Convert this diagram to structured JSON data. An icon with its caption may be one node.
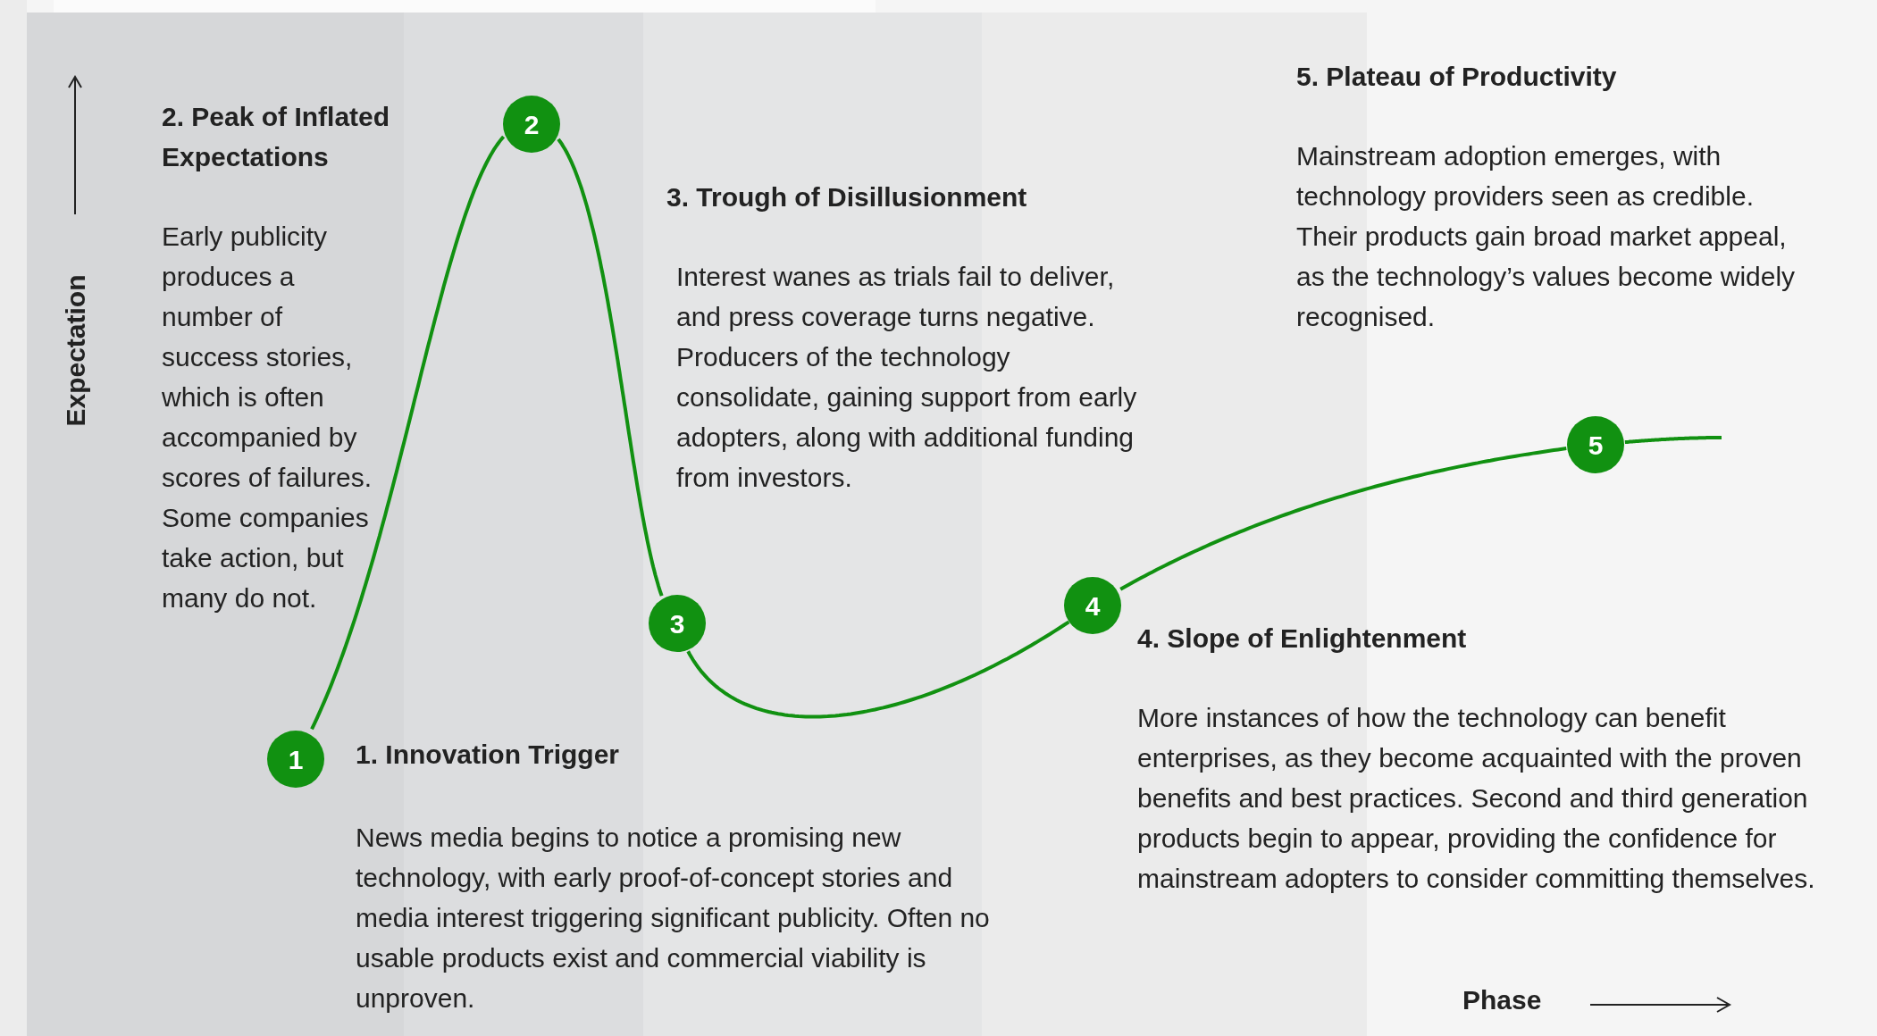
{
  "diagram": {
    "nodes": [
      {
        "text": [
          "1"
        ],
        "beside": [
          "1. Innovation Trigger",
          "News media begins to notice a promising new technology, with early proof-of-concept stories and media interest triggering significant publicity. Often no usable products exist and commercial viability is unproven."
        ]
      },
      {
        "text": [
          "2"
        ],
        "beside": [
          "2. Peak of Inflated Expectations",
          "Early publicity produces a number of success stories, which is often accompanied by scores of failures. Some companies take action, but many do not."
        ]
      },
      {
        "text": [
          "3"
        ],
        "beside": [
          "3. Trough of Disillusionment",
          "Interest wanes as trials fail to deliver, and press coverage turns negative. Producers of the technology consolidate, gaining support from early adopters, along with additional funding from investors."
        ]
      },
      {
        "text": [
          "4"
        ],
        "beside": [
          "4. Slope of Enlightenment",
          "More instances of how the technology can benefit enterprises, as they become acquainted with the proven benefits and best practices. Second and third generation products begin to appear, providing the confidence for mainstream adopters to consider committing themselves."
        ]
      },
      {
        "text": [
          "5"
        ],
        "beside": [
          "5. Plateau of Productivity",
          "Mainstream adoption emerges, with technology providers seen as credible. Their products gain broad market appeal, as the technology’s values become widely recognised."
        ]
      }
    ],
    "edges": [
      {
        "from": 0,
        "to": 1,
        "arrow": "none"
      },
      {
        "from": 1,
        "to": 2,
        "arrow": "none"
      },
      {
        "from": 2,
        "to": 3,
        "arrow": "none"
      },
      {
        "from": 3,
        "to": 4,
        "arrow": "none"
      },
      {
        "from": 4,
        "to": null,
        "arrow": "none"
      }
    ],
    "labels": [
      "Expectation",
      "Phase"
    ]
  }
}
